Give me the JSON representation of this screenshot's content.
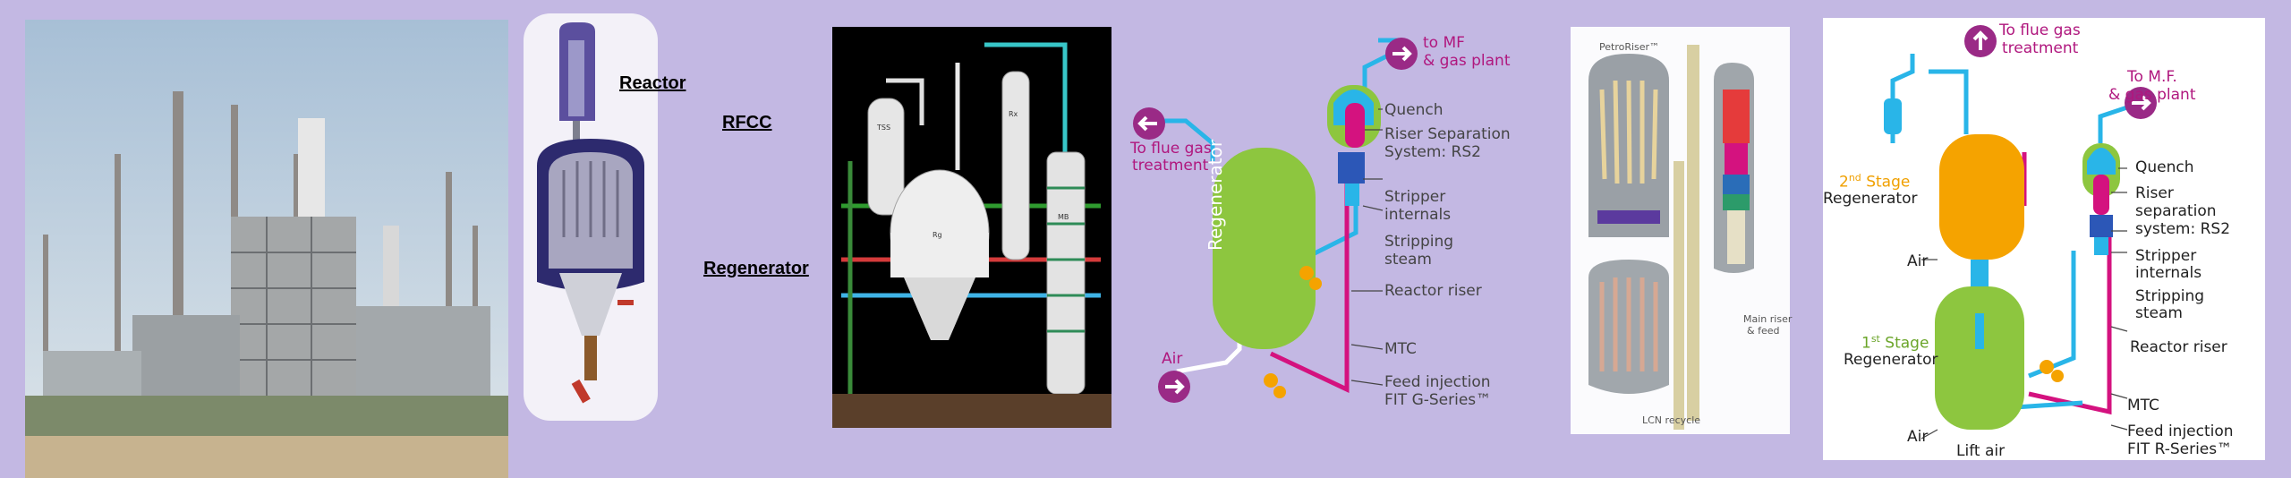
{
  "panel2": {
    "reactor": "Reactor",
    "rfcc": "RFCC",
    "regenerator": "Regenerator"
  },
  "panel3": {
    "tags": [
      "TSS",
      "Rx",
      "Rg",
      "MB"
    ]
  },
  "panel4": {
    "to_mf": "to MF",
    "gas_plant": "& gas plant",
    "to_flue_1": "To flue gas",
    "to_flue_2": "treatment",
    "regenerator": "Regenerator",
    "air": "Air",
    "quench": "Quench",
    "riser_sep_1": "Riser Separation",
    "riser_sep_2": "System: RS2",
    "stripper_1": "Stripper",
    "stripper_2": "internals",
    "stripping_1": "Stripping",
    "stripping_2": "steam",
    "reactor_riser": "Reactor riser",
    "mtc": "MTC",
    "feed_1": "Feed injection",
    "feed_2": "FIT G-Series™"
  },
  "panel5": {
    "petroriser": "PetroRiser™",
    "main_riser_1": "Main riser",
    "main_riser_2": "& feed",
    "lcn": "LCN recycle"
  },
  "panel6": {
    "to_flue_1": "To flue gas",
    "to_flue_2": "treatment",
    "to_mf_1": "To M.F.",
    "to_mf_2": "& gas plant",
    "stage2_num": "2",
    "stage2_sup": "nd",
    "stage2_rest": "Stage",
    "regen2": "Regenerator",
    "quench": "Quench",
    "riser_1": "Riser",
    "riser_2": "separation",
    "riser_3": "system: RS2",
    "air_top": "Air",
    "stripper_1": "Stripper",
    "stripper_2": "internals",
    "stripping_1": "Stripping",
    "stripping_2": "steam",
    "stage1_num": "1",
    "stage1_sup": "st",
    "stage1_rest": "Stage",
    "regen1": "Regenerator",
    "reactor_riser": "Reactor riser",
    "mtc": "MTC",
    "air_bottom": "Air",
    "feed_1": "Feed injection",
    "feed_2": "FIT R-Series™",
    "lift_air": "Lift air"
  },
  "colors": {
    "background": "#c3b8e3",
    "magenta": "#d4127f",
    "cyan": "#29b5e8",
    "green": "#8cc83c",
    "orange": "#f5a300",
    "purple": "#9a2a86"
  }
}
